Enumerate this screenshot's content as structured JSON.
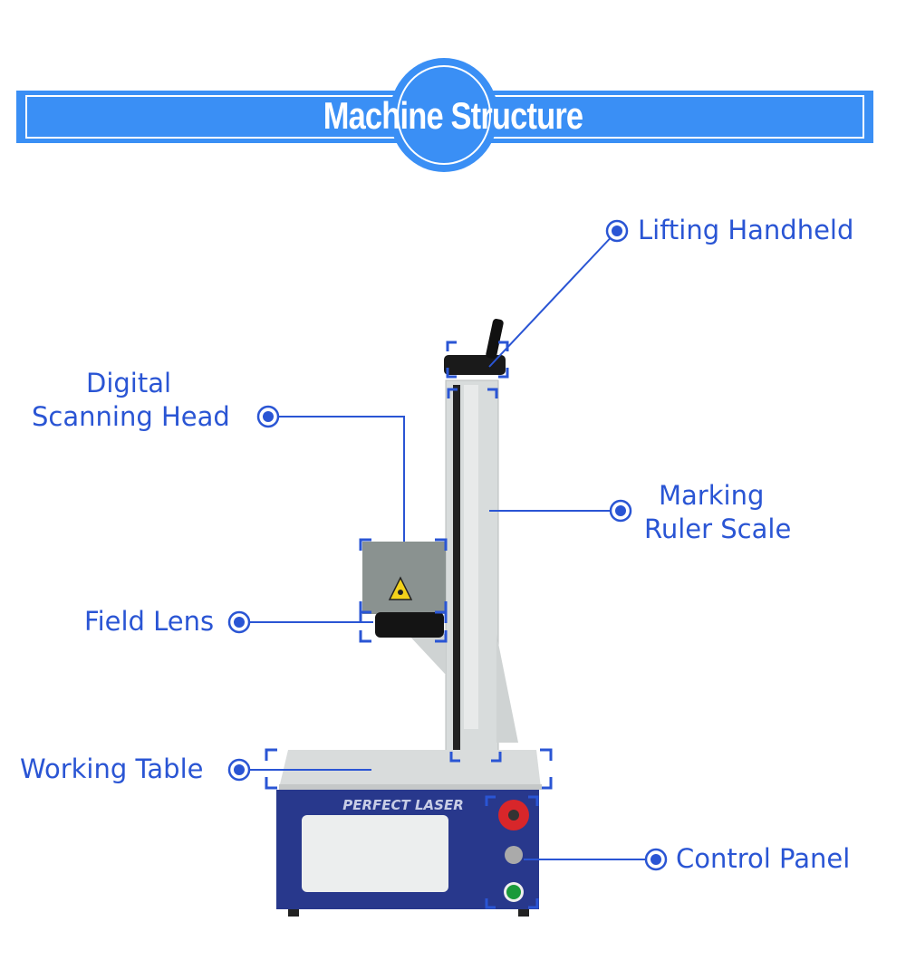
{
  "header": {
    "title": "Machine Structure"
  },
  "brand": "PERFECT LASER",
  "labels": {
    "lifting_handheld": "Lifting Handheld",
    "digital_scanning_head_1": "Digital",
    "digital_scanning_head_2": "Scanning Head",
    "marking_ruler_scale_1": "Marking",
    "marking_ruler_scale_2": "Ruler Scale",
    "field_lens": "Field Lens",
    "working_table": "Working Table",
    "control_panel": "Control Panel"
  },
  "colors": {
    "banner": "#3a8ff5",
    "label": "#2a55d4",
    "base": "#28388c"
  }
}
